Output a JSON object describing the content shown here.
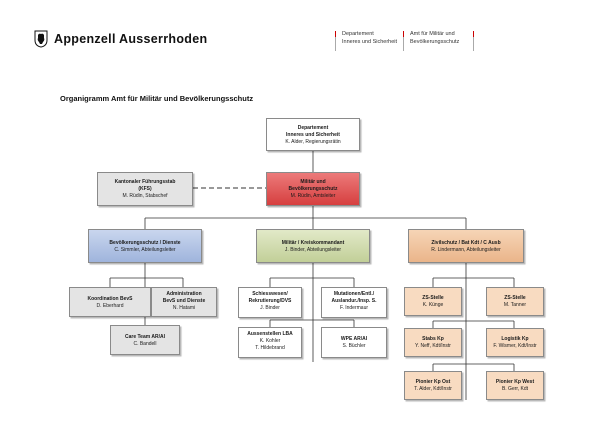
{
  "header": {
    "brand": "Appenzell Ausserrhoden",
    "dept1": [
      "Departement",
      "Inneres und Sicherheit"
    ],
    "dept2": [
      "Amt für Militär und",
      "Bevölkerungsschutz"
    ]
  },
  "title": "Organigramm Amt für Militär und Bevölkerungsschutz",
  "colors": {
    "red": "#d63f3f",
    "blue": "#9fb4dc",
    "green": "#c2cf98",
    "orange": "#eab58a",
    "grey": "#e4e4e4"
  },
  "nodes": {
    "departement": [
      "Departement",
      "Inneres und Sicherheit",
      "K. Alder, Regierungsrätin"
    ],
    "amt": [
      "Militär und",
      "Bevölkerungsschutz",
      "M. Rüdin, Amtsleiter"
    ],
    "kfs": [
      "Kantonaler Führungsstab",
      "(KFS)",
      "M. Rüdin, Stabschef"
    ],
    "bevoelkerung": [
      "Bevölkerungsschutz / Dienste",
      "C. Simmler, Abteilungsleiter"
    ],
    "militaer": [
      "Militär / Kreiskommandant",
      "J. Binder, Abteilungsleiter"
    ],
    "zivilschutz": [
      "Zivilschutz / Bat Kdt / C Ausb",
      "R. Lindermann, Abteilungsleiter"
    ],
    "koordination": [
      "Koordination BevS",
      "D. Eberhard"
    ],
    "administration": [
      "Administration",
      "BevS und Dienste",
      "N. Hatami"
    ],
    "careteam": [
      "Care Team AR/AI",
      "C. Bandell"
    ],
    "schiesswesen": [
      "Schiesswesen/",
      "Rekrutierung/DVS",
      "J. Binder"
    ],
    "mutationen": [
      "Mutationen/Entl./",
      "Auslandur./Insp. S.",
      "F. Indermaur"
    ],
    "aussenstellen": [
      "Aussenstellen LBA",
      "K. Kohler",
      "T. Hildebrand"
    ],
    "wpe": [
      "WPE AR/AI",
      "S. Büchler"
    ],
    "zs1": [
      "ZS-Stelle",
      "K. Künge"
    ],
    "zs2": [
      "ZS-Stelle",
      "M. Tanner"
    ],
    "stabs": [
      "Stabs Kp",
      "Y. Neff, Kdt/Instr"
    ],
    "logistik": [
      "Logistik Kp",
      "F. Wismer, Kdt/Instr"
    ],
    "pionier_ost": [
      "Pionier Kp Ost",
      "T. Alder, Kdt/Instr"
    ],
    "pionier_west": [
      "Pionier Kp West",
      "B. Gerr, Kdt"
    ]
  }
}
